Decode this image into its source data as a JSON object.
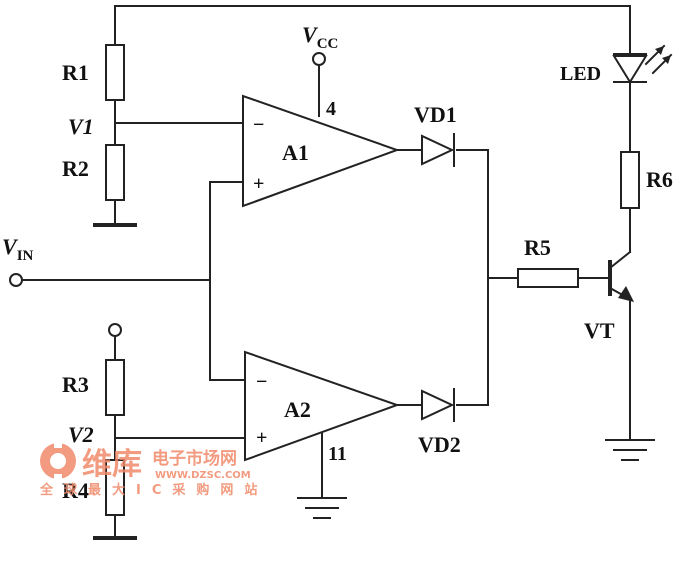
{
  "circuit": {
    "labels": {
      "r1": "R1",
      "r2": "R2",
      "r3": "R3",
      "r4": "R4",
      "r5": "R5",
      "r6": "R6",
      "a1": "A1",
      "a2": "A2",
      "vd1": "VD1",
      "vd2": "VD2",
      "led": "LED",
      "vt": "VT",
      "v1": "V1",
      "v2": "V2",
      "vin_main": "V",
      "vin_sub": "IN",
      "vcc_main": "V",
      "vcc_sub": "CC",
      "pin4": "4",
      "pin11": "11",
      "a1_minus": "−",
      "a1_plus": "+",
      "a2_minus": "−",
      "a2_plus": "+"
    }
  },
  "watermark": {
    "logo_text": "维库",
    "tagline": "电子市场网",
    "url": "WWW.DZSC.COM",
    "slogan": "全球最大IC采购网站",
    "color": "#f08a6a"
  }
}
